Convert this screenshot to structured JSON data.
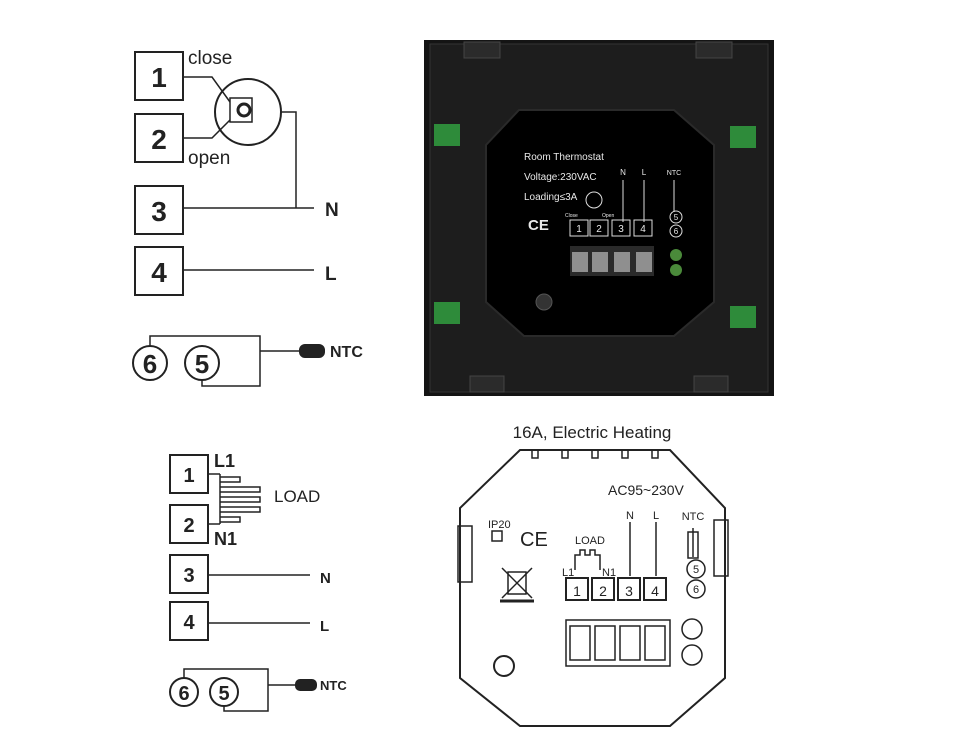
{
  "valve_wiring": {
    "terminals": [
      "1",
      "2",
      "3",
      "4"
    ],
    "close_label": "close",
    "open_label": "open",
    "n_label": "N",
    "l_label": "L",
    "sensor_numbers": [
      "6",
      "5"
    ],
    "ntc_label": "NTC"
  },
  "back_panel": {
    "title": "Room Thermostat",
    "voltage": "Voltage:230VAC",
    "loading": "Loading≤3A",
    "ce_mark": "CE",
    "close_small": "Close",
    "open_small": "Open",
    "n_small": "N",
    "l_small": "L",
    "ntc_small": "NTC",
    "terminals": [
      "1",
      "2",
      "3",
      "4"
    ],
    "sensor_numbers": [
      "5",
      "6"
    ]
  },
  "heating_wiring": {
    "terminals": [
      "1",
      "2",
      "3",
      "4"
    ],
    "l1_label": "L1",
    "n1_label": "N1",
    "load_label": "LOAD",
    "n_label": "N",
    "l_label": "L",
    "sensor_numbers": [
      "6",
      "5"
    ],
    "ntc_label": "NTC"
  },
  "heating_schematic": {
    "title": "16A, Electric Heating",
    "voltage": "AC95~230V",
    "ip_label": "IP20",
    "ce_mark": "CE",
    "load_label": "LOAD",
    "l1_label": "L1",
    "n1_label": "N1",
    "n_label": "N",
    "l_label": "L",
    "ntc_label": "NTC",
    "terminals": [
      "1",
      "2",
      "3",
      "4"
    ],
    "sensor_numbers": [
      "5",
      "6"
    ]
  }
}
